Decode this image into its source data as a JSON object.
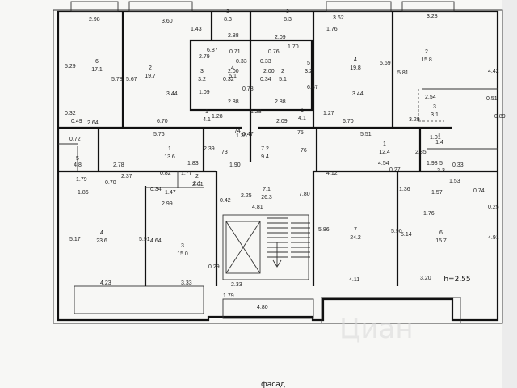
{
  "facade_label": "фасад",
  "height_note": "h=2.55",
  "watermark": "Циан",
  "rooms": [
    {
      "num": "6",
      "area": "17.1"
    },
    {
      "num": "2",
      "area": "19.7"
    },
    {
      "num": "3",
      "area": "8.3"
    },
    {
      "num": "3",
      "area": "8.3"
    },
    {
      "num": "4",
      "area": "19.8"
    },
    {
      "num": "2",
      "area": "15.8"
    },
    {
      "num": "3",
      "area": "3.2"
    },
    {
      "num": "4",
      "area": "5.1"
    },
    {
      "num": "2",
      "area": "5.1"
    },
    {
      "num": "5",
      "area": "3.2"
    },
    {
      "num": "1",
      "area": "4.1"
    },
    {
      "num": "1",
      "area": "4.1"
    },
    {
      "num": "3",
      "area": "3.1"
    },
    {
      "num": "1",
      "area": "13.6"
    },
    {
      "num": "7.2",
      "area": "9.4"
    },
    {
      "num": "1",
      "area": "12.4"
    },
    {
      "num": "5",
      "area": "4.8"
    },
    {
      "num": "2",
      "area": "2.1"
    },
    {
      "num": "7.1",
      "area": "26.3"
    },
    {
      "num": "5",
      "area": "3.3"
    },
    {
      "num": "4",
      "area": "23.6"
    },
    {
      "num": "3",
      "area": "15.0"
    },
    {
      "num": "7",
      "area": "24.2"
    },
    {
      "num": "6",
      "area": "15.7"
    },
    {
      "num": "1",
      "area": "1.4"
    }
  ],
  "dims": [
    "2.98",
    "3.60",
    "2.88",
    "2.09",
    "3.62",
    "3.28",
    "5.29",
    "5.78",
    "5.67",
    "3.44",
    "6.70",
    "6.70",
    "3.44",
    "5.69",
    "5.81",
    "4.42",
    "0.32",
    "2.64",
    "0.49",
    "5.76",
    "5.51",
    "3.29",
    "1.35",
    "1.83",
    "1.90",
    "4.12",
    "4.54",
    "2.37",
    "1.79",
    "1.86",
    "2.78",
    "0.70",
    "1.47",
    "1.77",
    "0.34",
    "2.99",
    "4.81",
    "7.80",
    "5.17",
    "5.91",
    "4.64",
    "5.86",
    "5.90",
    "5.14",
    "4.91",
    "4.23",
    "3.33",
    "2.33",
    "4.80",
    "4.11",
    "3.20",
    "1.36",
    "1.57",
    "0.74",
    "0.25",
    "1.43",
    "1.76",
    "1.09",
    "1.28",
    "2.88",
    "2.88",
    "2.09",
    "1.27",
    "0.33",
    "0.33",
    "0.32",
    "0.34",
    "0.71",
    "0.76",
    "2.00",
    "2.00",
    "2.79",
    "0.78",
    "1.70",
    "6.87",
    "6.87",
    "0.47",
    "74",
    "73",
    "76",
    "75",
    "0.42",
    "2.25",
    "2.01",
    "0.82",
    "0.72",
    "1.28",
    "1.53",
    "2.39",
    "0.27",
    "2.54",
    "0.89",
    "0.51",
    "1.01",
    "1.98",
    "2.85",
    "0.33",
    "1.76",
    "1.79",
    "0.29"
  ]
}
